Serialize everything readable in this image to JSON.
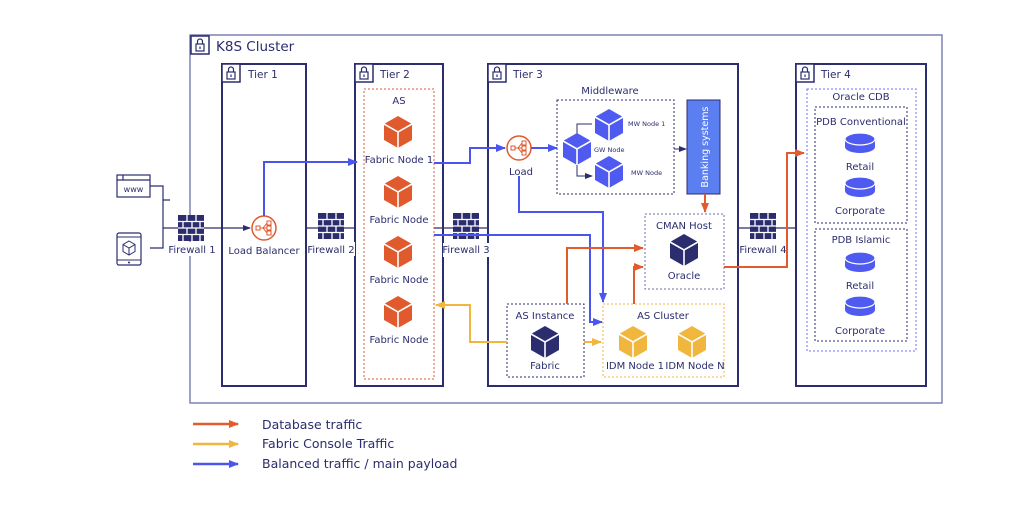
{
  "colors": {
    "navy": "#2b2d6e",
    "database_traffic": "#e35a2c",
    "fabric_console_traffic": "#f0b63e",
    "balanced_traffic": "#4a55f0",
    "aws_orange": "#e05a2e",
    "idm_yellow": "#f0b63e",
    "middleware_blue": "#4e5af0",
    "banking_fill": "#5b7ff0",
    "cluster_border": "#6b6fa8"
  },
  "cluster": {
    "title": "K8S Cluster",
    "icon": "lock-icon"
  },
  "clients": [
    {
      "name": "www-browser",
      "label": "www",
      "icon": "browser-window-icon"
    },
    {
      "name": "mobile-device",
      "label": "",
      "icon": "mobile-app-icon"
    }
  ],
  "firewalls": [
    {
      "label": "Firewall 1"
    },
    {
      "label": "Firewall 2"
    },
    {
      "label": "Firewall 3"
    },
    {
      "label": "Firewall 4"
    }
  ],
  "tiers": [
    {
      "label": "Tier 1"
    },
    {
      "label": "Tier 2"
    },
    {
      "label": "Tier 3"
    },
    {
      "label": "Tier 4"
    }
  ],
  "tier1": {
    "load_balancer": "Load Balancer"
  },
  "tier2": {
    "group": "AS",
    "nodes": [
      "Fabric Node 1",
      "Fabric Node",
      "Fabric Node",
      "Fabric Node"
    ]
  },
  "tier3": {
    "load": "Load",
    "middleware": {
      "title": "Middleware",
      "gw_node": "GW Node",
      "mw_node_1": "MW Node 1",
      "mw_node_n": "MW Node"
    },
    "banking": "Banking systems",
    "cman": {
      "title": "CMAN Host",
      "node": "Oracle"
    },
    "as_instance": {
      "title": "AS Instance",
      "node": "Fabric"
    },
    "as_cluster": {
      "title": "AS Cluster",
      "nodes": [
        "IDM Node 1",
        "IDM Node N"
      ]
    }
  },
  "tier4": {
    "cdb": "Oracle CDB",
    "pdbs": [
      {
        "title": "PDB Conventional",
        "dbs": [
          "Retail",
          "Corporate"
        ]
      },
      {
        "title": "PDB Islamic",
        "dbs": [
          "Retail",
          "Corporate"
        ]
      }
    ]
  },
  "legend": [
    {
      "label": "Database traffic",
      "color_key": "database_traffic"
    },
    {
      "label": "Fabric Console Traffic",
      "color_key": "fabric_console_traffic"
    },
    {
      "label": "Balanced traffic / main payload",
      "color_key": "balanced_traffic"
    }
  ]
}
